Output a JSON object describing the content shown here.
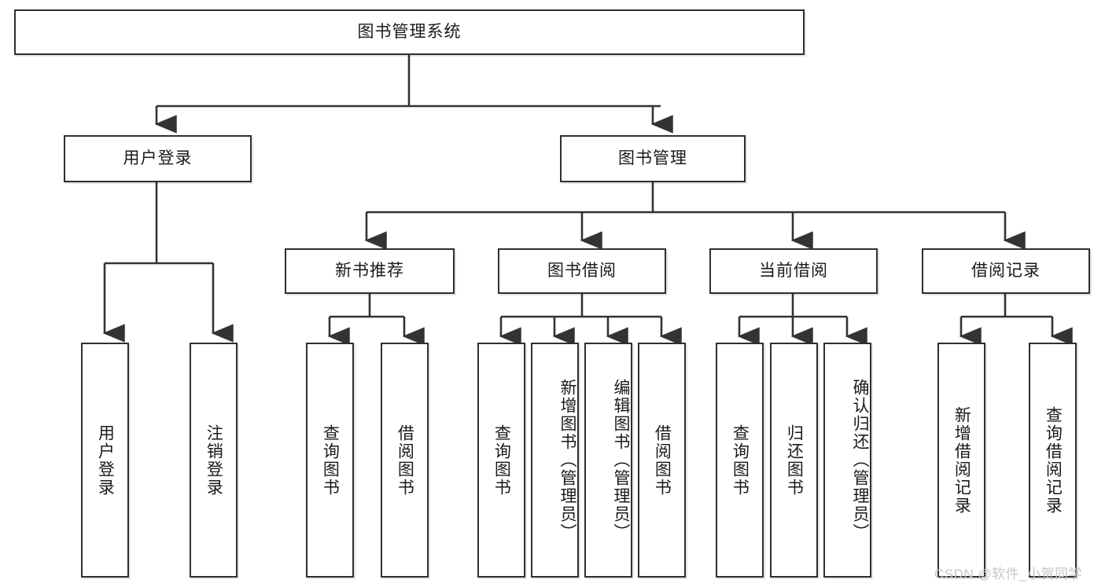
{
  "diagram": {
    "title": "图书管理系统",
    "type": "hierarchy-tree",
    "root": {
      "id": "root",
      "label": "图书管理系统"
    },
    "level1": [
      {
        "id": "user-login",
        "label": "用户登录"
      },
      {
        "id": "book-manage",
        "label": "图书管理"
      }
    ],
    "level2": [
      {
        "id": "new-book-recommend",
        "label": "新书推荐",
        "parent": "book-manage"
      },
      {
        "id": "book-borrow",
        "label": "图书借阅",
        "parent": "book-manage"
      },
      {
        "id": "current-borrow",
        "label": "当前借阅",
        "parent": "book-manage"
      },
      {
        "id": "borrow-record",
        "label": "借阅记录",
        "parent": "book-manage"
      }
    ],
    "leaves": {
      "user-login": [
        {
          "id": "leaf-user-login",
          "label": "用户登录"
        },
        {
          "id": "leaf-user-logout",
          "label": "注销登录"
        }
      ],
      "new-book-recommend": [
        {
          "id": "leaf-query-book-1",
          "label": "查询图书"
        },
        {
          "id": "leaf-borrow-book-1",
          "label": "借阅图书"
        }
      ],
      "book-borrow": [
        {
          "id": "leaf-query-book-2",
          "label": "查询图书"
        },
        {
          "id": "leaf-add-book",
          "label": "新增图书（管理员）"
        },
        {
          "id": "leaf-edit-book",
          "label": "编辑图书（管理员）"
        },
        {
          "id": "leaf-borrow-book-2",
          "label": "借阅图书"
        }
      ],
      "current-borrow": [
        {
          "id": "leaf-query-book-3",
          "label": "查询图书"
        },
        {
          "id": "leaf-return-book",
          "label": "归还图书"
        },
        {
          "id": "leaf-confirm-return",
          "label": "确认归还（管理员）"
        }
      ],
      "borrow-record": [
        {
          "id": "leaf-add-record",
          "label": "新增借阅记录"
        },
        {
          "id": "leaf-query-record",
          "label": "查询借阅记录"
        }
      ]
    }
  },
  "watermark": {
    "text": "CSDN @软件_小贺同学"
  },
  "colors": {
    "border": "#2f2f2f",
    "background": "#ffffff",
    "text": "#1a1a1a",
    "edge": "#333333",
    "watermark": "#c6c6c6"
  }
}
